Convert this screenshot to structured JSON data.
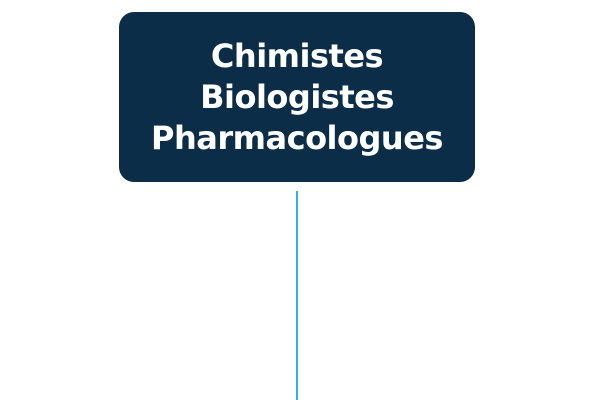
{
  "node": {
    "lines": [
      "Chimistes",
      "Biologistes",
      "Pharmacologues"
    ],
    "fill_color": "#0c2d48",
    "text_color": "#ffffff"
  },
  "connector": {
    "color": "#35aee0"
  }
}
